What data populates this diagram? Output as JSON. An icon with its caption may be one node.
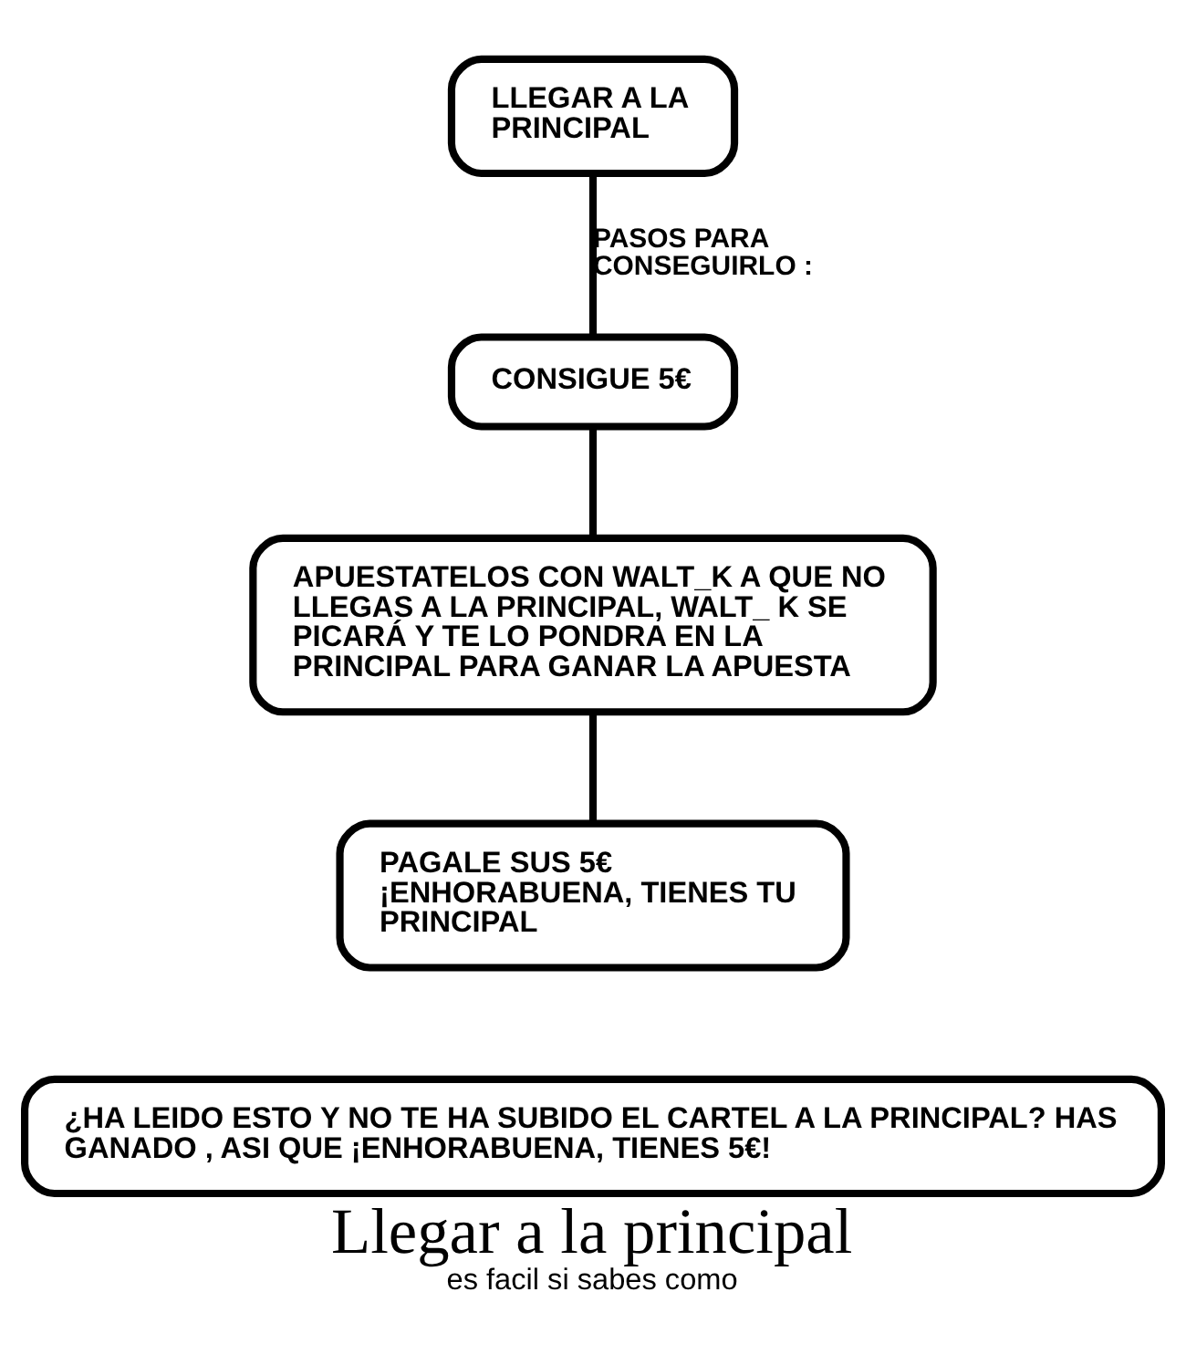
{
  "diagram": {
    "title": "Llegar a la principal",
    "caption": "es facil si sabes como",
    "nodes": [
      {
        "text": [
          "LLEGAR A LA PRINCIPAL"
        ]
      },
      {
        "text": [
          "CONSIGUE 5€"
        ]
      },
      {
        "text": [
          "APUESTATELOS CON WALT_K A QUE NO LLEGAS A LA PRINCIPAL, WALT_ K SE PICARÁ Y TE LO PONDRA EN LA PRINCIPAL PARA GANAR LA APUESTA"
        ]
      },
      {
        "text": [
          "PAGALE SUS 5€ ¡ENHORABUENA, TIENES TU PRINCIPAL"
        ]
      },
      {
        "text": [
          "¿HA LEIDO ESTO Y NO TE HA SUBIDO EL CARTEL A LA PRINCIPAL? HAS GANADO , ASI QUE ¡ENHORABUENA, TIENES 5€!"
        ]
      }
    ],
    "edges": [
      {
        "from": 0,
        "to": 1,
        "arrow": "none",
        "label": "PASOS PARA CONSEGUIRLO :"
      },
      {
        "from": 1,
        "to": 2,
        "arrow": "none"
      },
      {
        "from": 2,
        "to": 3,
        "arrow": "none"
      }
    ]
  }
}
